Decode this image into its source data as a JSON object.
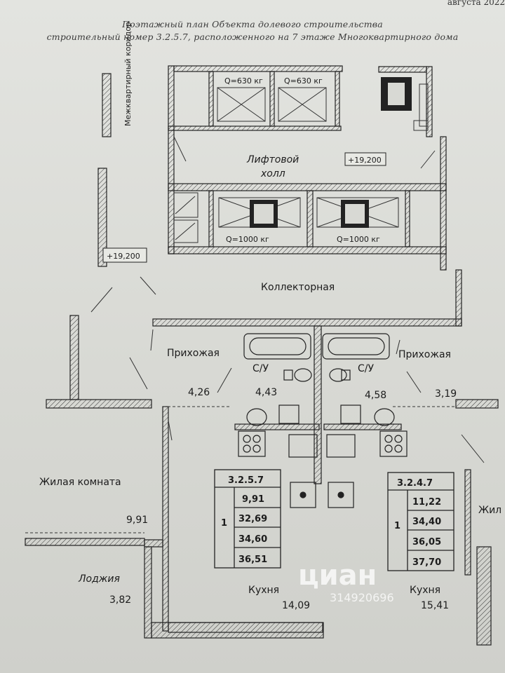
{
  "header": {
    "date_fragment": "августа 2022",
    "title_line1": "Поэтажный план Объекта долевого строительства",
    "title_line2": "строительный номер 3.2.5.7, расположенного на 7 этаже Многоквартирного дома"
  },
  "labels": {
    "interflat_corridor": "Межквартирный коридор",
    "lift_hall_1": "Лифтовой",
    "lift_hall_2": "холл",
    "elev_mark_top": "+19,200",
    "elev_mark_left": "+19,200",
    "lift_small_1": "Q=630 кг",
    "lift_small_2": "Q=630 кг",
    "lift_big_1": "Q=1000 кг",
    "lift_big_2": "Q=1000 кг",
    "collector": "Коллекторная",
    "hall_left": "Прихожая",
    "hall_right": "Прихожая",
    "bath_left": "С/У",
    "bath_right": "С/У",
    "area_hall_left": "4,26",
    "area_bath_left": "4,43",
    "area_bath_right": "4,58",
    "area_hall_right": "3,19",
    "living_room": "Жилая комната",
    "living_right": "Жил",
    "area_living": "9,91",
    "loggia": "Лоджия",
    "area_loggia": "3,82",
    "kitchen_left": "Кухня",
    "area_kitchen_left": "14,09",
    "kitchen_right": "Кухня",
    "area_kitchen_right": "15,41"
  },
  "table_left": {
    "number": "3.2.5.7",
    "rooms": "1",
    "values": [
      "9,91",
      "32,69",
      "34,60",
      "36,51"
    ]
  },
  "table_right": {
    "number": "3.2.4.7",
    "rooms": "1",
    "values": [
      "11,22",
      "34,40",
      "36,05",
      "37,70"
    ]
  },
  "watermark": {
    "brand": "циан",
    "id": "314920696"
  }
}
